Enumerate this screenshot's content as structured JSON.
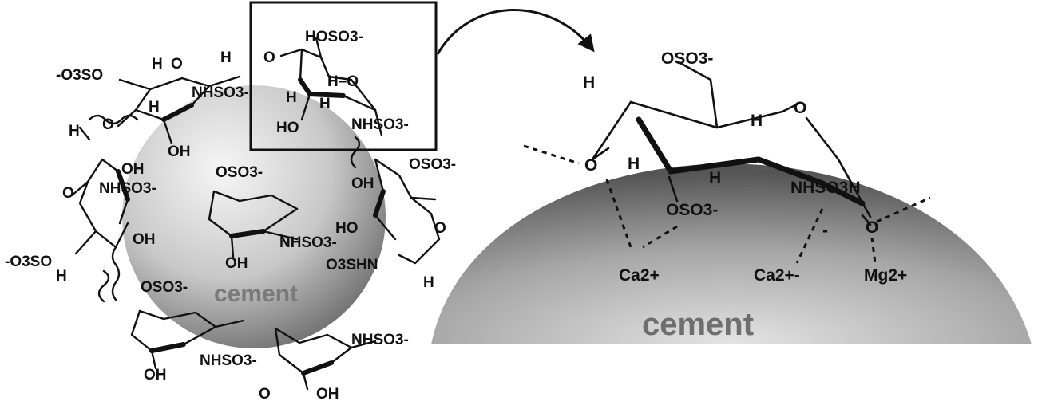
{
  "left": {
    "sphere_label": "cement",
    "labels": [
      {
        "id": "osulf-left-top",
        "text": "-O3SO"
      },
      {
        "id": "h-top-1",
        "text": "H"
      },
      {
        "id": "o-top-1",
        "text": "O"
      },
      {
        "id": "h-top-2",
        "text": "H"
      },
      {
        "id": "nhso3-top-1",
        "text": "NHSO3-"
      },
      {
        "id": "o-top-2",
        "text": "O"
      },
      {
        "id": "h-top-3",
        "text": "H"
      },
      {
        "id": "h-wavy",
        "text": "H"
      },
      {
        "id": "oh-top",
        "text": "OH"
      },
      {
        "id": "oh-left-1",
        "text": "OH"
      },
      {
        "id": "nhso3-left",
        "text": "NHSO3-"
      },
      {
        "id": "o-left",
        "text": "O"
      },
      {
        "id": "oh-left-2",
        "text": "OH"
      },
      {
        "id": "osulf-left-bot",
        "text": "-O3SO"
      },
      {
        "id": "h-left",
        "text": "H"
      },
      {
        "id": "oso3-center",
        "text": "OSO3-"
      },
      {
        "id": "nhso3-center",
        "text": "NHSO3-"
      },
      {
        "id": "oh-center",
        "text": "OH"
      },
      {
        "id": "ho-center",
        "text": "HO"
      },
      {
        "id": "oso3-right",
        "text": "OSO3-"
      },
      {
        "id": "o-right",
        "text": "O"
      },
      {
        "id": "oh-right",
        "text": "OH"
      },
      {
        "id": "o3shn",
        "text": "O3SHN"
      },
      {
        "id": "h-right",
        "text": "H"
      },
      {
        "id": "oso3-bottom",
        "text": "OSO3-"
      },
      {
        "id": "nhso3-bottom-1",
        "text": "NHSO3-"
      },
      {
        "id": "nhso3-bottom-2",
        "text": "NHSO3-"
      },
      {
        "id": "oh-bottom-1",
        "text": "OH"
      },
      {
        "id": "oh-bottom-2",
        "text": "OH"
      },
      {
        "id": "o-bottom",
        "text": "O"
      }
    ]
  },
  "inset": {
    "labels": [
      {
        "id": "inset-hoso3",
        "text": "HOSO3-"
      },
      {
        "id": "inset-o-1",
        "text": "O"
      },
      {
        "id": "inset-h-o",
        "text": "H–O"
      },
      {
        "id": "inset-h-1",
        "text": "H"
      },
      {
        "id": "inset-h-2",
        "text": "H"
      },
      {
        "id": "inset-ho",
        "text": "HO"
      },
      {
        "id": "inset-nhso3",
        "text": "NHSO3-"
      }
    ]
  },
  "right": {
    "surface_label": "cement",
    "oso3_top": "OSO3-",
    "h_top": "H",
    "o_ring": "O",
    "h_ring": "H",
    "o_left": "O",
    "h_left": "H",
    "h_mid": "H",
    "oso3_bottom": "OSO3-",
    "nhso3": "NHSO3H",
    "minus": "-",
    "o_right": "O",
    "ca_1": "Ca2+",
    "ca_2": "Ca2+-",
    "mg": "Mg2+"
  },
  "colors": {
    "line": "#111111",
    "sphere_light": "#f4f4f4",
    "sphere_dark": "#6c6c6c",
    "surface_light": "#dcdcdc",
    "surface_dark": "#5c5c5c"
  }
}
